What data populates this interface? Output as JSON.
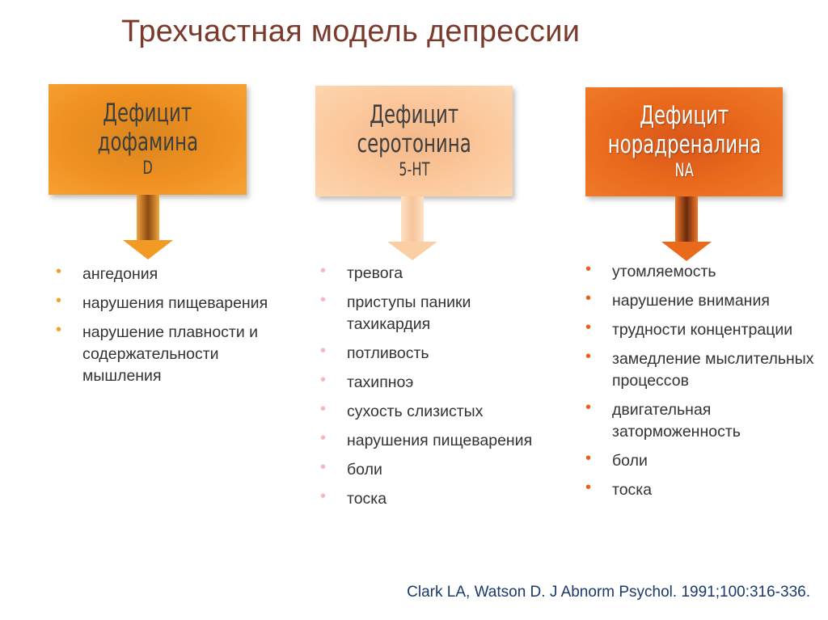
{
  "title": "Трехчастная модель депрессии",
  "columns": [
    {
      "box_lines": [
        "Дефицит",
        "дофамина",
        "D"
      ],
      "items": [
        "ангедония",
        "нарушения пищеварения",
        "нарушение плавности и содержательности мышления"
      ],
      "box_color": "#f08a1c",
      "bullet_color": "#f0a030"
    },
    {
      "box_lines": [
        "Дефицит",
        "серотонина",
        "5-HT"
      ],
      "items": [
        "тревога",
        "приступы паники тахикардия",
        "потливость",
        "тахипноэ",
        "сухость слизистых",
        "нарушения пищеварения",
        "боли",
        "тоска"
      ],
      "box_color": "#fbc99a",
      "bullet_color": "#f6b8b8"
    },
    {
      "box_lines": [
        "Дефицит",
        "норадреналина",
        "NA"
      ],
      "items": [
        "утомляемость",
        "нарушение внимания",
        "трудности концентрации",
        "замедление мыслительных процессов",
        "двигательная заторможенность",
        "боли",
        "тоска"
      ],
      "box_color": "#ea6a1a",
      "bullet_color": "#e8601a"
    }
  ],
  "citation": "Clark LA, Watson D. J Abnorm Psychol. 1991;100:316-336."
}
